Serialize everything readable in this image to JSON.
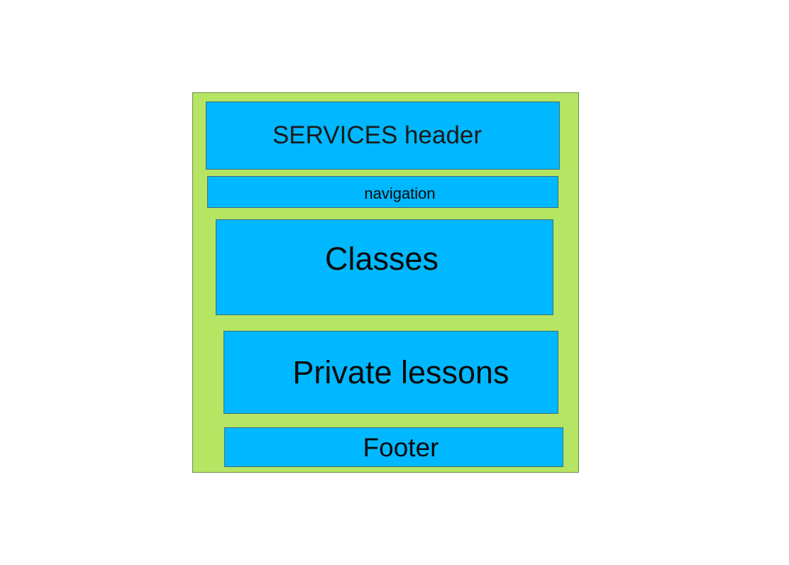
{
  "colors": {
    "frame_fill": "#b5e562",
    "box_fill": "#00b8ff"
  },
  "blocks": {
    "header": "SERVICES header",
    "navigation": "navigation",
    "classes": "Classes",
    "private_lessons": "Private lessons",
    "footer": "Footer"
  }
}
